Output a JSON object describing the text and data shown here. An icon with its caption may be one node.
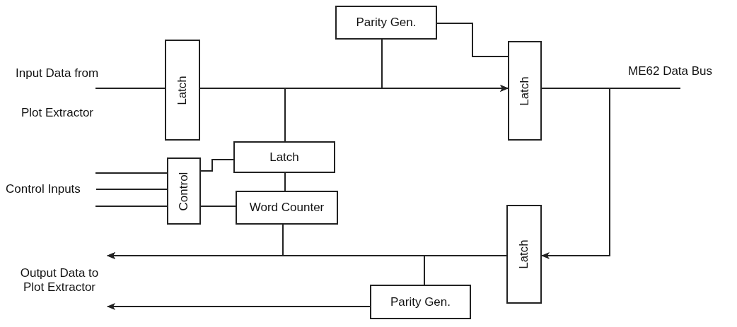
{
  "diagram": {
    "nodes": [
      {
        "text": [
          "Latch"
        ]
      },
      {
        "text": [
          "Parity Gen."
        ]
      },
      {
        "text": [
          "Latch"
        ]
      },
      {
        "text": [
          "Latch"
        ]
      },
      {
        "text": [
          "Control"
        ]
      },
      {
        "text": [
          "Word Counter"
        ]
      },
      {
        "text": [
          "Latch"
        ]
      },
      {
        "text": [
          "Parity Gen."
        ]
      },
      {
        "text": [
          "Control Inputs"
        ]
      },
      {
        "text": [
          "Output Data to Plot Extractor"
        ]
      }
    ],
    "edges": [
      {
        "from": null,
        "to": 0,
        "arrow": "none"
      },
      {
        "from": 0,
        "to": 2,
        "arrow": "to"
      },
      {
        "from": 1,
        "to": 2,
        "arrow": "to"
      },
      {
        "from": 1,
        "to": 2,
        "arrow": "none"
      },
      {
        "from": 0,
        "to": 3,
        "arrow": "none"
      },
      {
        "from": 2,
        "to": null,
        "arrow": "none"
      },
      {
        "from": 2,
        "to": 6,
        "arrow": "to"
      },
      {
        "from": 4,
        "to": 3,
        "arrow": "none"
      },
      {
        "from": 3,
        "to": 5,
        "arrow": "none"
      },
      {
        "from": 4,
        "to": 5,
        "arrow": "none"
      },
      {
        "from": null,
        "to": 4,
        "arrow": "none"
      },
      {
        "from": 8,
        "to": 4,
        "arrow": "none"
      },
      {
        "from": null,
        "to": 4,
        "arrow": "none"
      },
      {
        "from": 6,
        "to": 9,
        "arrow": "to"
      },
      {
        "from": 5,
        "to": 9,
        "arrow": "to"
      },
      {
        "from": 6,
        "to": 7,
        "arrow": "none"
      },
      {
        "from": 7,
        "to": 9,
        "arrow": "to"
      }
    ],
    "labels": [
      "Input Data from",
      "Plot Extractor",
      "ME62 Data Bus"
    ]
  }
}
